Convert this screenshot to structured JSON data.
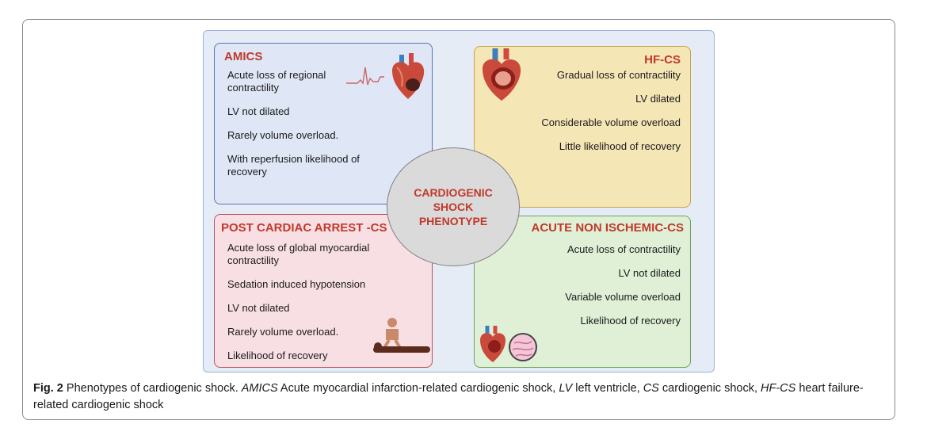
{
  "center": {
    "line1": "CARDIOGENIC SHOCK",
    "line2": "PHENOTYPE"
  },
  "quadrants": {
    "amics": {
      "title": "AMICS",
      "items": [
        "Acute loss of regional contractility",
        "LV not dilated",
        "Rarely volume overload.",
        "With reperfusion likelihood of recovery"
      ]
    },
    "hfcs": {
      "title": "HF-CS",
      "items": [
        "Gradual loss of contractility",
        "LV dilated",
        "Considerable volume overload",
        "Little likelihood of recovery"
      ]
    },
    "post": {
      "title": "POST CARDIAC ARREST -CS",
      "items": [
        "Acute loss of global myocardial contractility",
        "Sedation induced hypotension",
        "LV not dilated",
        "Rarely volume overload.",
        "Likelihood of recovery"
      ]
    },
    "acute": {
      "title": "ACUTE  NON ISCHEMIC-CS",
      "items": [
        "Acute loss of contractility",
        "LV not dilated",
        "Variable volume overload",
        "Likelihood of recovery"
      ]
    }
  },
  "icons": {
    "amics": [
      "ecg-trace-icon",
      "heart-infarct-icon"
    ],
    "hfcs": [
      "dilated-heart-icon"
    ],
    "post": [
      "cpr-person-icon"
    ],
    "acute": [
      "heart-icon",
      "myocardial-tissue-icon"
    ]
  },
  "colors": {
    "title_red": "#c0392b",
    "amics_bg": "#dfe6f6",
    "amics_border": "#5873b8",
    "hfcs_bg": "#f5e6b6",
    "hfcs_border": "#c9a24a",
    "post_bg": "#f8dfe4",
    "post_border": "#b9515e",
    "acute_bg": "#dff0d6",
    "acute_border": "#6aa35a",
    "circle_bg": "#dadada"
  },
  "caption": {
    "label": "Fig. 2",
    "part1": "  Phenotypes of cardiogenic shock. ",
    "abbr1": "AMICS",
    "part2": " Acute myocardial infarction-related cardiogenic shock, ",
    "abbr2": "LV",
    "part3": " left ventricle, ",
    "abbr3": "CS",
    "part4": " cardiogenic shock, ",
    "abbr4": "HF-CS",
    "part5": " heart failure-related cardiogenic shock"
  }
}
